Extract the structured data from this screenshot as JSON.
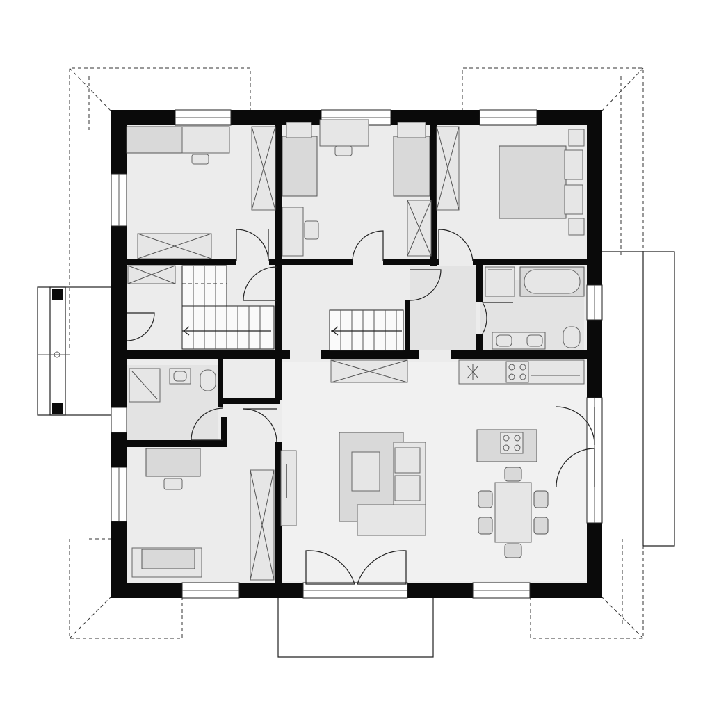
{
  "drawing": {
    "kind": "floor plan",
    "colors": {
      "wall": "#0a0a0a",
      "floor": "#ececec",
      "furniture": "#d9d9d9",
      "line": "#222222",
      "background": "#ffffff"
    }
  },
  "rooms": [
    {
      "id": "bedroom-1",
      "furniture": [
        "desk",
        "chair",
        "wardrobe",
        "dresser"
      ]
    },
    {
      "id": "kids-room",
      "furniture": [
        "bed",
        "bed",
        "desk",
        "chair",
        "desk",
        "chair",
        "wardrobe"
      ]
    },
    {
      "id": "master-bedroom",
      "furniture": [
        "double-bed",
        "nightstand",
        "nightstand",
        "wardrobe"
      ]
    },
    {
      "id": "entry-hall",
      "furniture": [
        "closet",
        "staircase"
      ]
    },
    {
      "id": "landing",
      "furniture": [
        "staircase"
      ]
    },
    {
      "id": "bathroom-main",
      "furniture": [
        "bathtub",
        "shower",
        "double-sink",
        "toilet"
      ]
    },
    {
      "id": "shower-room",
      "furniture": [
        "shower",
        "sink",
        "toilet"
      ]
    },
    {
      "id": "office",
      "furniture": [
        "desk",
        "chair",
        "sofa",
        "wardrobe"
      ]
    },
    {
      "id": "living-room",
      "furniture": [
        "sofa",
        "coffee-table",
        "tv-console",
        "patio-doors"
      ]
    },
    {
      "id": "kitchen-dining",
      "furniture": [
        "counter",
        "sink",
        "cooktop",
        "island",
        "dining-table",
        "chair",
        "chair",
        "chair",
        "chair",
        "chair",
        "chair"
      ]
    }
  ]
}
